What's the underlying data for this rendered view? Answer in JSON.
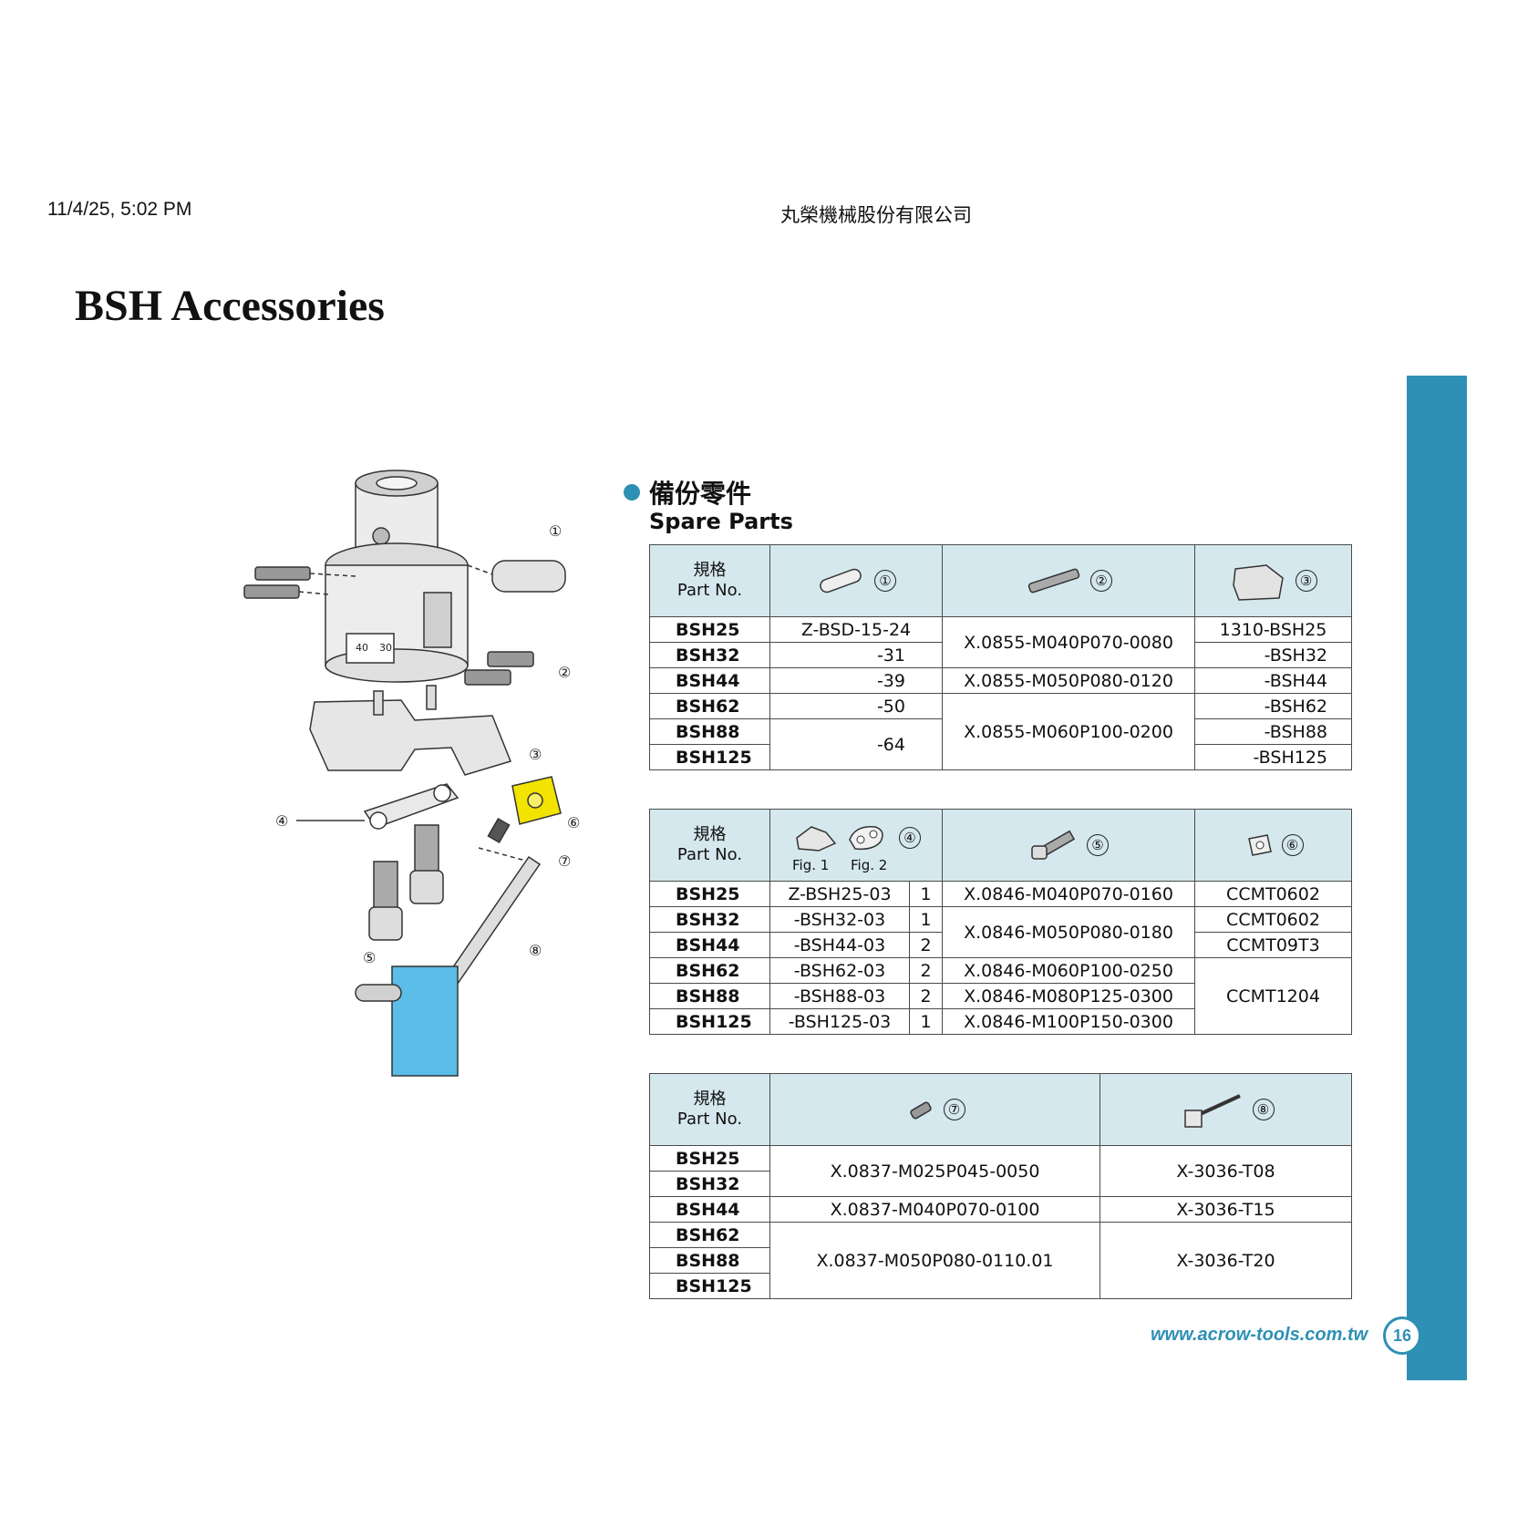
{
  "header": {
    "date": "11/4/25, 5:02 PM",
    "company": "丸榮機械股份有限公司"
  },
  "title": "BSH Accessories",
  "section": {
    "title_zh": "備份零件",
    "title_en": "Spare Parts"
  },
  "labels": {
    "spec_zh": "規格",
    "part_no": "Part No.",
    "fig1": "Fig. 1",
    "fig2": "Fig. 2"
  },
  "callouts": [
    "①",
    "②",
    "③",
    "④",
    "⑤",
    "⑥",
    "⑦",
    "⑧"
  ],
  "drawing": {
    "scale_40": "40",
    "scale_30": "30"
  },
  "table1": {
    "rows": [
      {
        "pn": "BSH25",
        "p1": "Z-BSD-15-24",
        "p2": "X.0855-M040P070-0080",
        "p3": "1310-BSH25"
      },
      {
        "pn": "BSH32",
        "p1": "-31",
        "p3": "-BSH32"
      },
      {
        "pn": "BSH44",
        "p1": "-39",
        "p2": "X.0855-M050P080-0120",
        "p3": "-BSH44"
      },
      {
        "pn": "BSH62",
        "p1": "-50",
        "p2": "X.0855-M060P100-0200",
        "p3": "-BSH62"
      },
      {
        "pn": "BSH88",
        "p1": "-64",
        "p3": "-BSH88"
      },
      {
        "pn": "BSH125",
        "p3": "-BSH125"
      }
    ]
  },
  "table2": {
    "rows": [
      {
        "pn": "BSH25",
        "p4": "Z-BSH25-03",
        "fig": "1",
        "p5": "X.0846-M040P070-0160",
        "p6": "CCMT0602"
      },
      {
        "pn": "BSH32",
        "p4": "-BSH32-03",
        "fig": "1",
        "p5": "X.0846-M050P080-0180",
        "p6": "CCMT0602"
      },
      {
        "pn": "BSH44",
        "p4": "-BSH44-03",
        "fig": "2",
        "p6": "CCMT09T3"
      },
      {
        "pn": "BSH62",
        "p4": "-BSH62-03",
        "fig": "2",
        "p5": "X.0846-M060P100-0250",
        "p6": "CCMT1204"
      },
      {
        "pn": "BSH88",
        "p4": "-BSH88-03",
        "fig": "2",
        "p5": "X.0846-M080P125-0300"
      },
      {
        "pn": "BSH125",
        "p4": "-BSH125-03",
        "fig": "1",
        "p5": "X.0846-M100P150-0300"
      }
    ]
  },
  "table3": {
    "rows": [
      {
        "pn": "BSH25",
        "p7": "X.0837-M025P045-0050",
        "p8": "X-3036-T08"
      },
      {
        "pn": "BSH32"
      },
      {
        "pn": "BSH44",
        "p7": "X.0837-M040P070-0100",
        "p8": "X-3036-T15"
      },
      {
        "pn": "BSH62",
        "p7": "X.0837-M050P080-0110.01",
        "p8": "X-3036-T20"
      },
      {
        "pn": "BSH88"
      },
      {
        "pn": "BSH125"
      }
    ]
  },
  "footer": {
    "website": "www.acrow-tools.com.tw",
    "page": "16"
  },
  "colors": {
    "accent": "#2e90b4",
    "header_bg": "#d5e8ee",
    "insert": "#f2e300",
    "key_block": "#5bbde8"
  },
  "icons": [
    "screw-icon",
    "spring-icon",
    "seat-icon",
    "shim-plate-icon",
    "cap-screw-icon",
    "insert-icon",
    "insert-screw-icon",
    "torx-key-icon"
  ]
}
